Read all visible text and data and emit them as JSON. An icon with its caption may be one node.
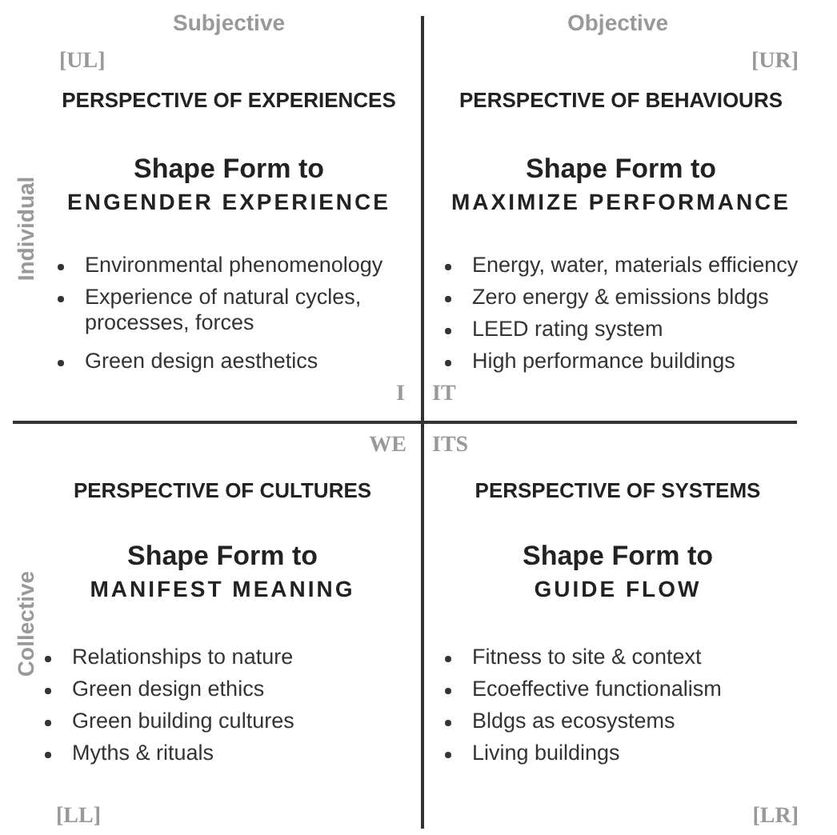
{
  "diagram": {
    "labels": [
      "Subjective",
      "Objective",
      "[UL]",
      "[UR]",
      "PERSPECTIVE OF EXPERIENCES",
      "PERSPECTIVE OF BEHAVIOURS",
      "Individual",
      "Shape Form to",
      "ENGENDER EXPERIENCE",
      "Shape Form to",
      "MAXIMIZE PERFORMANCE",
      "Environmental phenomenology",
      "Experience of natural cycles, processes, forces",
      "Green design aesthetics",
      "Energy, water, materials efficiency",
      "Zero energy & emissions bldgs",
      "LEED rating system",
      "High performance buildings",
      "I",
      "IT",
      "WE",
      "ITS",
      "PERSPECTIVE OF CULTURES",
      "PERSPECTIVE OF SYSTEMS",
      "Shape Form to",
      "MANIFEST MEANING",
      "Shape Form to",
      "GUIDE FLOW",
      "Collective",
      "Relationships to nature",
      "Green design ethics",
      "Green building cultures",
      "Myths & rituals",
      "Fitness to site & context",
      "Ecoeffective functionalism",
      "Bldgs as ecosystems",
      "Living buildings",
      "[LL]",
      "[LR]"
    ]
  }
}
